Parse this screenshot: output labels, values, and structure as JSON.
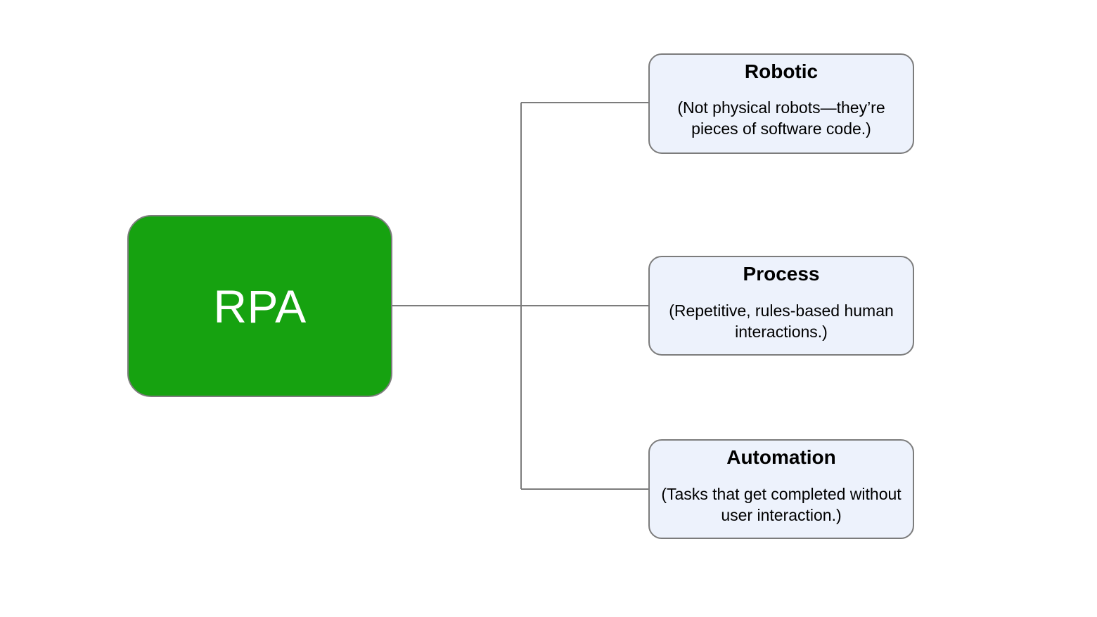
{
  "diagram": {
    "title": "RPA",
    "type": "mind-map",
    "background_color": "#FFFFFF",
    "root": {
      "label": "RPA",
      "fill_color": "#16A210",
      "text_color": "#FFFFFF",
      "border_color": "#7C7C7C"
    },
    "connector": {
      "color": "#7C7C7C",
      "style": "orthogonal-elbow",
      "width": 2
    },
    "branches": [
      {
        "title": "Robotic",
        "description": "(Not physical robots—they’re pieces of software code.)",
        "fill_color": "#EDF2FC",
        "border_color": "#7C7C7C",
        "text_color": "#000000"
      },
      {
        "title": "Process",
        "description": "(Repetitive, rules-based human interactions.)",
        "fill_color": "#EDF2FC",
        "border_color": "#7C7C7C",
        "text_color": "#000000"
      },
      {
        "title": "Automation",
        "description": "(Tasks that get completed without user interaction.)",
        "fill_color": "#EDF2FC",
        "border_color": "#7C7C7C",
        "text_color": "#000000"
      }
    ]
  }
}
